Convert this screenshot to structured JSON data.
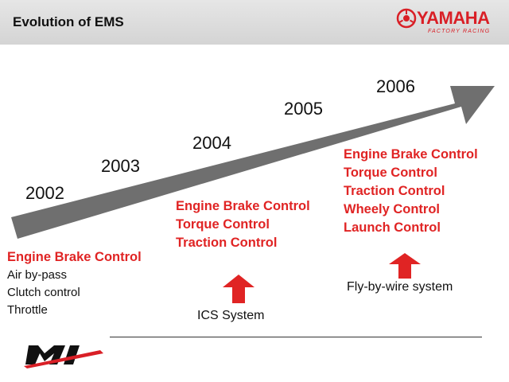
{
  "header": {
    "title": "Evolution of EMS",
    "logo_text": "YAMAHA",
    "logo_sub": "FACTORY RACING"
  },
  "timeline": {
    "years": [
      "2002",
      "2003",
      "2004",
      "2005",
      "2006"
    ]
  },
  "groups": {
    "g2002": {
      "features": [
        "Engine Brake Control"
      ],
      "plain": [
        "Air by-pass",
        "Clutch control",
        "Throttle"
      ]
    },
    "g2004": {
      "features": [
        "Engine Brake Control",
        "Torque Control",
        "Traction Control"
      ],
      "system": "ICS System"
    },
    "g2006": {
      "features": [
        "Engine Brake Control",
        "Torque Control",
        "Traction Control",
        "Wheely Control",
        "Launch Control"
      ],
      "system": "Fly-by-wire system"
    }
  },
  "footer": {
    "logo_label": "M1"
  },
  "colors": {
    "accent_red": "#e02424",
    "arrow_gray": "#6f6f6f",
    "header_gray": "#dcdcdc"
  }
}
